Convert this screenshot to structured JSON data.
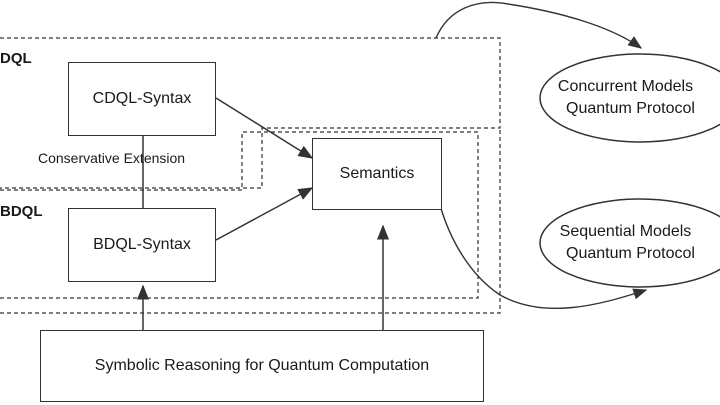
{
  "groups": {
    "cdql": "DQL",
    "bdql": "BDQL"
  },
  "nodes": {
    "cdql_syntax": "CDQL-Syntax",
    "bdql_syntax": "BDQL-Syntax",
    "semantics": "Semantics",
    "symbolic": "Symbolic Reasoning for Quantum Computation"
  },
  "edges": {
    "conservative_extension": "Conservative Extension"
  },
  "outputs": {
    "concurrent_line1": "Concurrent Models",
    "concurrent_line2": "Quantum Protocol",
    "sequential_line1": "Sequential Models",
    "sequential_line2": "Quantum Protocol"
  }
}
